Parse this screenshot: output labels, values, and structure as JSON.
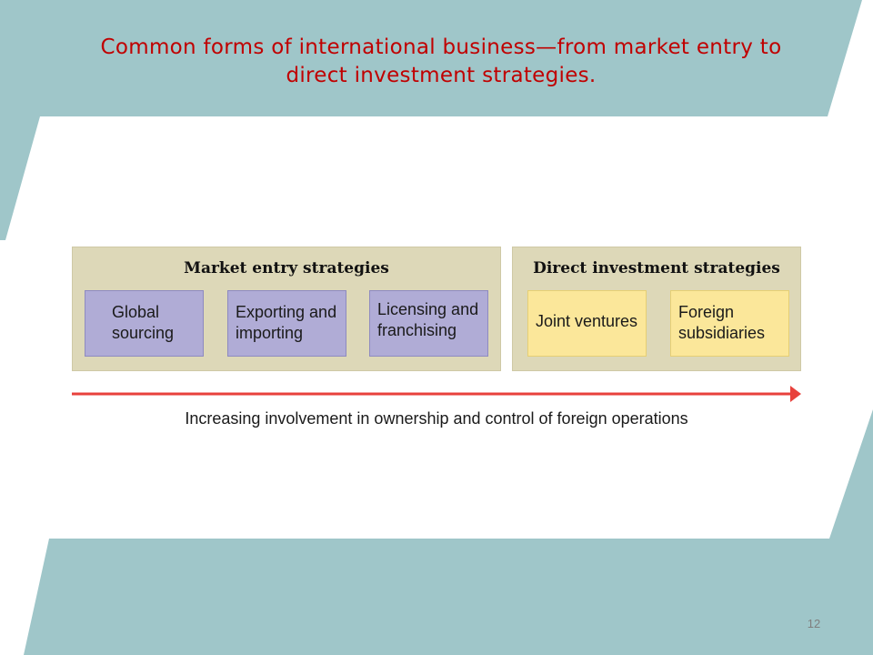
{
  "slide": {
    "title": "Common forms of international business—from market entry to direct investment strategies.",
    "page_number": "12"
  },
  "diagram": {
    "groups": [
      {
        "heading": "Market entry strategies",
        "items": [
          "Global sourcing",
          "Exporting and importing",
          "Licensing and franchising"
        ]
      },
      {
        "heading": "Direct investment strategies",
        "items": [
          "Joint ventures",
          "Foreign subsidiaries"
        ]
      }
    ],
    "arrow_label": "Increasing involvement in ownership and control of foreign operations"
  },
  "colors": {
    "band": "#9fc6c9",
    "title_text": "#c00000",
    "panel": "#ddd8b8",
    "market_entry_box": "#b0acd6",
    "direct_investment_box": "#fbe79a",
    "arrow": "#e8413c"
  }
}
